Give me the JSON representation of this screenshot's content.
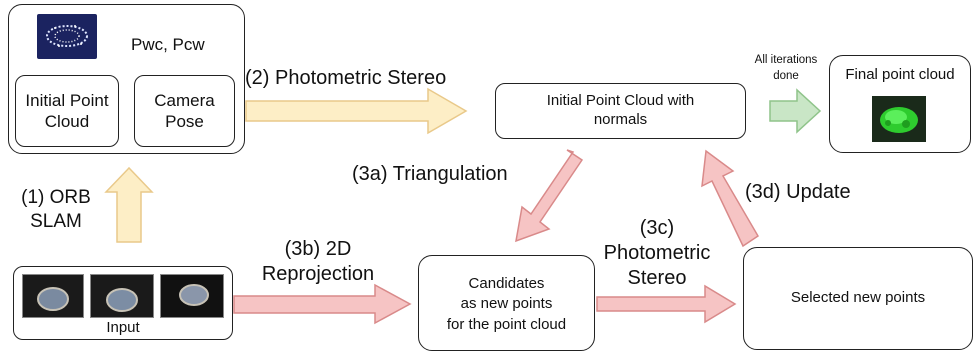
{
  "slam_box": {
    "pose_label": "Pwc, Pcw",
    "initial_point_cloud": "Initial Point\nCloud",
    "camera_pose": "Camera\nPose"
  },
  "labels": {
    "orb_slam": "(1) ORB\nSLAM",
    "photometric_stereo_2": "(2) Photometric Stereo",
    "triangulation": "(3a) Triangulation",
    "reprojection": "(3b) 2D\nReprojection",
    "photometric_stereo_3c": "(3c)\nPhotometric\nStereo",
    "update": "(3d) Update",
    "all_iterations": "All iterations\ndone"
  },
  "nodes": {
    "input": "Input",
    "initial_with_normals": "Initial Point Cloud with\nnormals",
    "final_point_cloud": "Final point cloud",
    "candidates": "Candidates\nas new points\nfor the point cloud",
    "selected": "Selected new points"
  },
  "colors": {
    "orange_arrow_fill": "#fdeec6",
    "orange_arrow_stroke": "#e9c98a",
    "red_arrow_fill": "#f6c4c4",
    "red_arrow_stroke": "#d98a8a",
    "green_arrow_fill": "#c9e6c6",
    "green_arrow_stroke": "#8fc48a",
    "point_cloud_green": "#2ecc2e"
  }
}
